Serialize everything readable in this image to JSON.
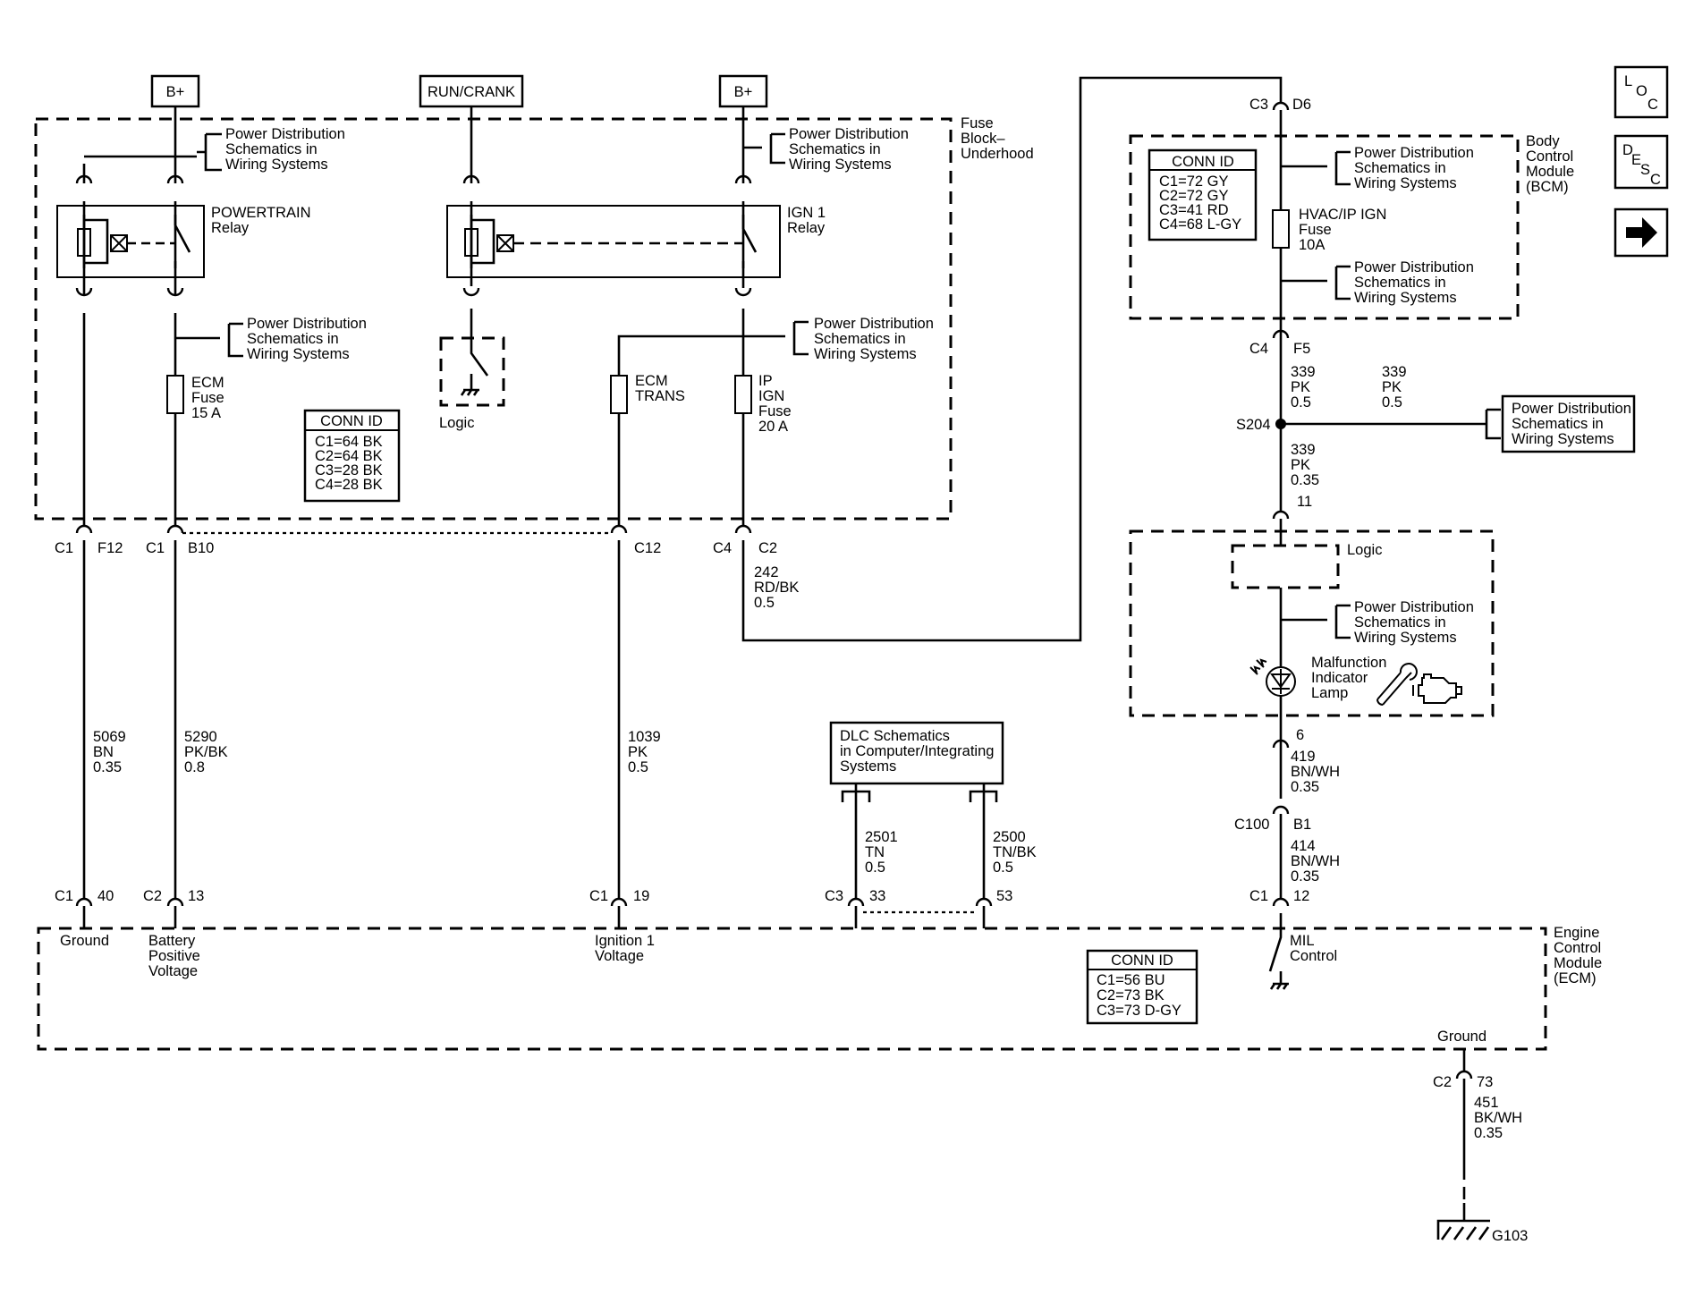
{
  "power_sources": {
    "bplus_left": "B+",
    "run_crank": "RUN/CRANK",
    "bplus_right": "B+"
  },
  "fuse_block": {
    "title": [
      "Fuse",
      "Block–",
      "Underhood"
    ],
    "pd_ref": [
      "Power Distribution",
      "Schematics in",
      "Wiring Systems"
    ],
    "powertrain_relay": [
      "POWERTRAIN",
      "Relay"
    ],
    "ign1_relay": [
      "IGN 1",
      "Relay"
    ],
    "logic": "Logic",
    "ecm_fuse": [
      "ECM",
      "Fuse",
      "15 A"
    ],
    "ecm_trans": [
      "ECM",
      "TRANS"
    ],
    "ip_ign_fuse": [
      "IP",
      "IGN",
      "Fuse",
      "20 A"
    ],
    "conn_id_title": "CONN ID",
    "conn_id": [
      "C1=64 BK",
      "C2=64 BK",
      "C3=28 BK",
      "C4=28 BK"
    ]
  },
  "fb_pins": {
    "c1_f12": [
      "C1",
      "F12"
    ],
    "c1_b10": [
      "C1",
      "B10"
    ],
    "c12": "C12",
    "c4_c2": [
      "C4",
      "C2"
    ]
  },
  "wires": {
    "w242": [
      "242",
      "RD/BK",
      "0.5"
    ],
    "w5069": [
      "5069",
      "BN",
      "0.35"
    ],
    "w5290": [
      "5290",
      "PK/BK",
      "0.8"
    ],
    "w1039": [
      "1039",
      "PK",
      "0.5"
    ],
    "w2501": [
      "2501",
      "TN",
      "0.5"
    ],
    "w2500": [
      "2500",
      "TN/BK",
      "0.5"
    ],
    "w339a": [
      "339",
      "PK",
      "0.5"
    ],
    "w339b": [
      "339",
      "PK",
      "0.5"
    ],
    "w339c": [
      "339",
      "PK",
      "0.35"
    ],
    "w419": [
      "419",
      "BN/WH",
      "0.35"
    ],
    "w414": [
      "414",
      "BN/WH",
      "0.35"
    ],
    "w451": [
      "451",
      "BK/WH",
      "0.35"
    ]
  },
  "dlc": [
    "DLC Schematics",
    "in Computer/Integrating",
    "Systems"
  ],
  "bcm": {
    "title": [
      "Body",
      "Control",
      "Module",
      "(BCM)"
    ],
    "conn_id_title": "CONN ID",
    "conn_id": [
      "C1=72 GY",
      "C2=72 GY",
      "C3=41 RD",
      "C4=68 L-GY"
    ],
    "fuse": [
      "HVAC/IP IGN",
      "Fuse",
      "10A"
    ],
    "pd_ref": [
      "Power Distribution",
      "Schematics in",
      "Wiring Systems"
    ],
    "pin_top": [
      "C3",
      "D6"
    ],
    "pin_bottom": [
      "C4",
      "F5"
    ]
  },
  "splice": "S204",
  "pd_box_right": [
    "Power Distribution",
    "Schematics in",
    "Wiring Systems"
  ],
  "ipc": {
    "pin_top": "11",
    "logic": "Logic",
    "pd_ref": [
      "Power Distribution",
      "Schematics in",
      "Wiring Systems"
    ],
    "lamp": [
      "Malfunction",
      "Indicator",
      "Lamp"
    ],
    "pin_bottom": "6"
  },
  "c100": [
    "C100",
    "B1"
  ],
  "ecm": {
    "title": [
      "Engine",
      "Control",
      "Module",
      "(ECM)"
    ],
    "pins": {
      "c1_40": [
        "C1",
        "40"
      ],
      "c2_13": [
        "C2",
        "13"
      ],
      "c1_19": [
        "C1",
        "19"
      ],
      "c3_33": [
        "C3",
        "33"
      ],
      "p53": "53",
      "c1_12": [
        "C1",
        "12"
      ]
    },
    "labels": {
      "ground": "Ground",
      "battery": [
        "Battery",
        "Positive",
        "Voltage"
      ],
      "ignition": [
        "Ignition 1",
        "Voltage"
      ],
      "mil": [
        "MIL",
        "Control"
      ],
      "ground2": "Ground"
    },
    "conn_id_title": "CONN ID",
    "conn_id": [
      "C1=56 BU",
      "C2=73 BK",
      "C3=73 D-GY"
    ],
    "gnd_pin": [
      "C2",
      "73"
    ]
  },
  "ground_point": "G103",
  "nav": {
    "loc": [
      "L",
      "O",
      "C"
    ],
    "desc": [
      "D",
      "E",
      "S",
      "C"
    ],
    "next": "next-arrow-icon"
  }
}
